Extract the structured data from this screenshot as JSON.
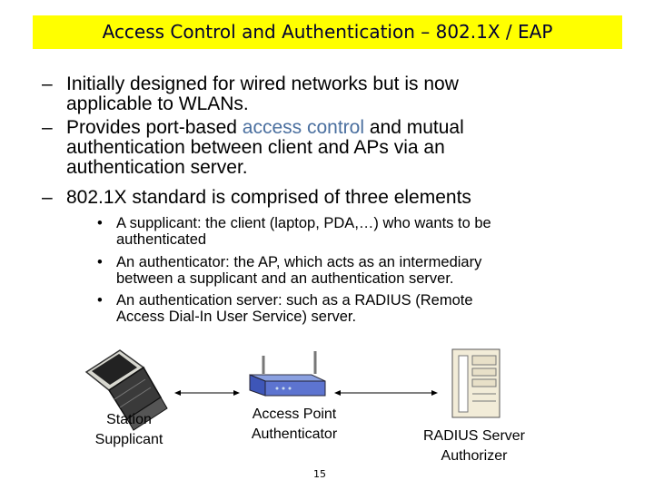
{
  "title": "Access Control and Authentication – 802.1X / EAP",
  "bullets": [
    {
      "dash": "–",
      "lines": [
        "Initially designed for wired networks but is now",
        "applicable to WLANs."
      ]
    },
    {
      "dash": "–",
      "line1_pre": "Provides port-based ",
      "line1_hl": "access control",
      "line1_post": " and mutual",
      "lines": [
        "authentication between client and APs via an",
        "authentication server."
      ]
    },
    {
      "dash": "–",
      "lines": [
        "802.1X standard is comprised of three elements"
      ]
    }
  ],
  "subbullets": [
    {
      "dot": "•",
      "lines": [
        "A supplicant: the client (laptop, PDA,…) who wants to be",
        "authenticated"
      ]
    },
    {
      "dot": "•",
      "lines": [
        "An authenticator: the AP, which acts as an intermediary",
        "between a supplicant and an authentication server."
      ]
    },
    {
      "dot": "•",
      "lines": [
        "An authentication server: such as a RADIUS (Remote",
        "Access Dial-In User Service) server."
      ]
    }
  ],
  "diagram": {
    "station": [
      "Station",
      "Supplicant"
    ],
    "ap": [
      "Access Point",
      "Authenticator"
    ],
    "radius": [
      "RADIUS Server",
      "Authorizer"
    ],
    "highlight_color": "#4a6f9f",
    "title_bg": "#ffff00"
  },
  "page_number": "15"
}
